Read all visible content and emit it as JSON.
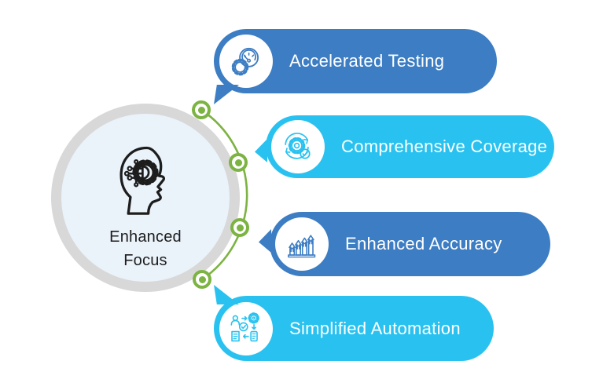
{
  "background": "#ffffff",
  "colors": {
    "dark_blue": "#3c7dc3",
    "cyan": "#29c2f0",
    "green": "#7cb342",
    "circle_ring_gray": "#d8d8d8",
    "circle_fill": "#eaf2fa",
    "center_text": "#1d1d1d",
    "bubble_text": "#ffffff"
  },
  "center": {
    "icon": "head-circuit-gear-icon",
    "line1": "Enhanced",
    "line2": "Focus"
  },
  "connector": {
    "dot_count": 4,
    "dot_color": "#7cb342"
  },
  "bubbles": [
    {
      "label": "Accelerated Testing",
      "icon": "speedometer-gear-icon",
      "color": "#3c7dc3"
    },
    {
      "label": "Comprehensive Coverage",
      "icon": "gear-sync-check-icon",
      "color": "#29c2f0"
    },
    {
      "label": "Enhanced Accuracy",
      "icon": "growth-bars-arrows-icon",
      "color": "#3c7dc3"
    },
    {
      "label": "Simplified Automation",
      "icon": "automation-workflow-icon",
      "color": "#29c2f0"
    }
  ]
}
